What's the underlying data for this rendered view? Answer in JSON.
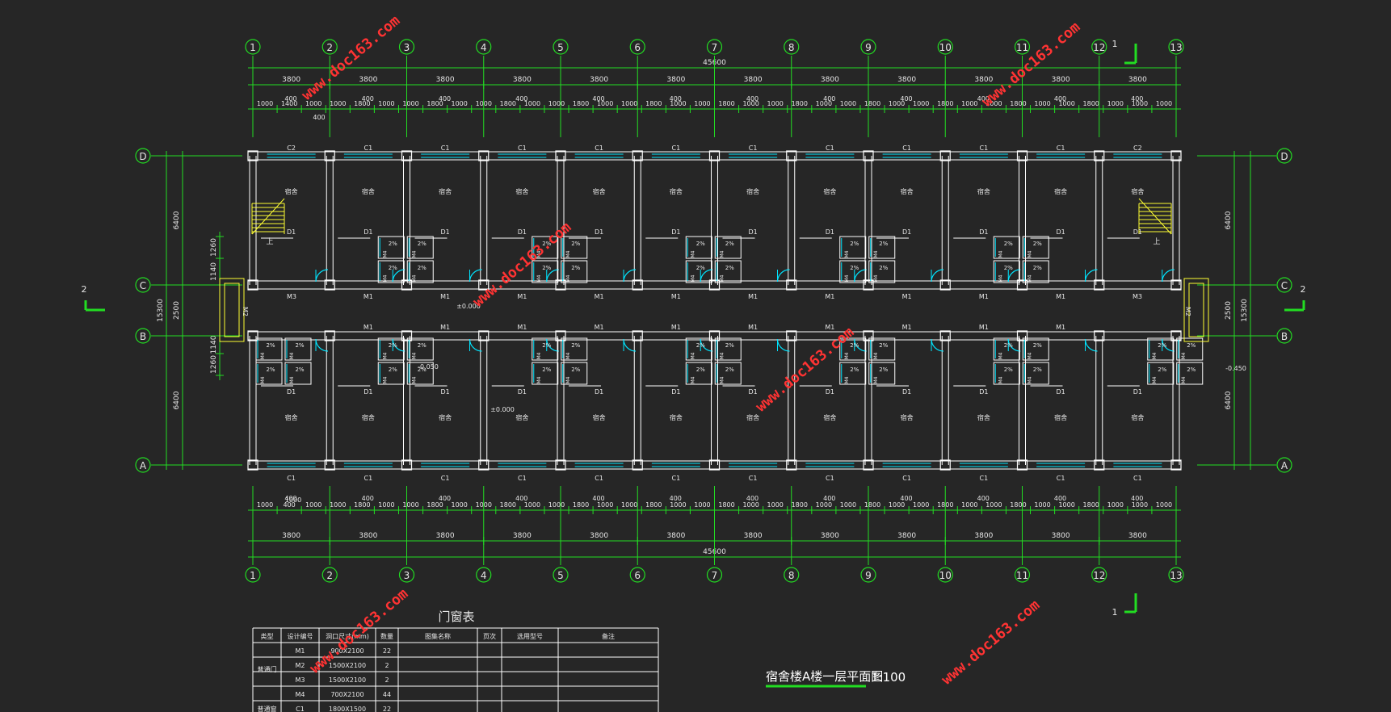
{
  "grid": {
    "columns": [
      "1",
      "2",
      "3",
      "4",
      "5",
      "6",
      "7",
      "8",
      "9",
      "10",
      "11",
      "12",
      "13"
    ],
    "rows": [
      "D",
      "C",
      "B",
      "A"
    ]
  },
  "dimensions": {
    "total": "45600",
    "bay": "3800",
    "top_detail": [
      "1000",
      "1400",
      "1000",
      "1000",
      "1800",
      "1000",
      "1000",
      "1800",
      "1000",
      "1000",
      "1800",
      "1000",
      "1000",
      "1800",
      "1000",
      "1000",
      "1800",
      "1000",
      "1000",
      "1800",
      "1000",
      "1000",
      "1800",
      "1000",
      "1000",
      "1800",
      "1000",
      "1000",
      "1800",
      "1000",
      "1000",
      "1800",
      "1000",
      "1000",
      "1800",
      "1000",
      "1000",
      "1000"
    ],
    "top_small": "400",
    "bottom_detail": [
      "1000",
      "400",
      "1000",
      "1000",
      "1800",
      "1000",
      "1000",
      "1800",
      "1000",
      "1000",
      "1800",
      "1000",
      "1000",
      "1800",
      "1000",
      "1000",
      "1800",
      "1000",
      "1000",
      "1800",
      "1000",
      "1000",
      "1800",
      "1000",
      "1000",
      "1800",
      "1000",
      "1000",
      "1800",
      "1000",
      "1000",
      "1800",
      "1000",
      "1000",
      "1800",
      "1000",
      "1000",
      "1000"
    ],
    "bottom_small": "1000",
    "left": {
      "overall": "15300",
      "upper": "6400",
      "corridor": "2500",
      "lower": "6400",
      "d1": "1260",
      "d2": "1140"
    },
    "right": {
      "overall": "15300",
      "upper": "6400",
      "corridor": "2500",
      "lower": "6400"
    }
  },
  "labels": {
    "window_top": [
      "C2",
      "C1",
      "C1",
      "C1",
      "C1",
      "C1",
      "C1",
      "C1",
      "C1",
      "C1",
      "C1",
      "C2"
    ],
    "window_bottom": [
      "C1",
      "C1",
      "C1",
      "C1",
      "C1",
      "C1",
      "C1",
      "C1",
      "C1",
      "C1",
      "C1",
      "C1"
    ],
    "room": "宿舍",
    "door_d": "D1",
    "door_m": "M1",
    "door_m2": "M2",
    "door_m3": "M3",
    "wc_slope": "2%",
    "wc_door": "M4",
    "elev_zero": "±0.000",
    "elev_wc": "-0.050",
    "elev_out": "-0.450",
    "stair_up": "上",
    "section_mark": "2",
    "section_mark_1": "1"
  },
  "drawing_title": "宿舍楼A楼一层平面图",
  "drawing_scale": "1:100",
  "door_window_table": {
    "title": "门窗表",
    "headers": [
      "类型",
      "设计编号",
      "洞口尺寸(mm)",
      "数量",
      "图集名称",
      "页次",
      "选用型号",
      "备注"
    ],
    "type_group": "普通门",
    "rows": [
      [
        "M1",
        "900X2100",
        "22"
      ],
      [
        "M2",
        "1500X2100",
        "2"
      ],
      [
        "M3",
        "1500X2100",
        "2"
      ],
      [
        "M4",
        "700X2100",
        "44"
      ],
      [
        "C1",
        "1800X1500",
        "22"
      ]
    ],
    "last_type": "普通窗"
  },
  "watermark": "www.doc163.com",
  "colors": {
    "background": "#262626",
    "grid_line": "#22dd22",
    "wall": "#ffffff",
    "window": "#00e5ff",
    "door": "#00e5ff",
    "stair": "#ffff33",
    "watermark": "#ff3333"
  }
}
